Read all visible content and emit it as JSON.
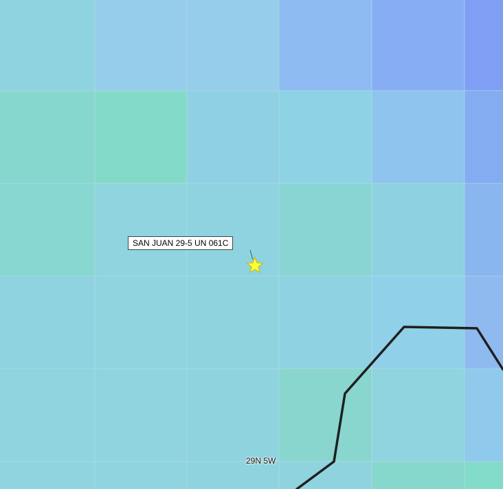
{
  "map": {
    "colors": {
      "leader_line": "#555555",
      "well_marker_fill": "#ffff33",
      "well_marker_stroke": "#c9b800",
      "boundary": "#1f1f1f",
      "grid_line": "#b8dfe6"
    },
    "heatmap_grid": {
      "rows": 6,
      "cols": 6,
      "cells": [
        [
          "#8ed3df",
          "#95cdea",
          "#95cdea",
          "#8ebbf1",
          "#87aef4",
          "#7f9ff5"
        ],
        [
          "#86d8cf",
          "#84dac8",
          "#8fd0e4",
          "#8ed2e5",
          "#8fc4ef",
          "#84acf1"
        ],
        [
          "#88d7d1",
          "#8fd4df",
          "#8fd3e0",
          "#89d5d4",
          "#8ed2e2",
          "#89b6ef"
        ],
        [
          "#8ed3df",
          "#8fd4de",
          "#8fd3df",
          "#8fd3e3",
          "#90d0e8",
          "#8ebaf0"
        ],
        [
          "#8fd4df",
          "#8fd4df",
          "#8fd3df",
          "#88d6ce",
          "#8fd4df",
          "#8fcaec"
        ],
        [
          "#8fd4df",
          "#8fd4df",
          "#8fd3df",
          "#8fd3df",
          "#87d8cc",
          "#83dbc9"
        ]
      ]
    },
    "well": {
      "label": "SAN JUAN 29-5 UN 061C",
      "icon": "star-icon"
    },
    "township_label": "29N 5W"
  }
}
